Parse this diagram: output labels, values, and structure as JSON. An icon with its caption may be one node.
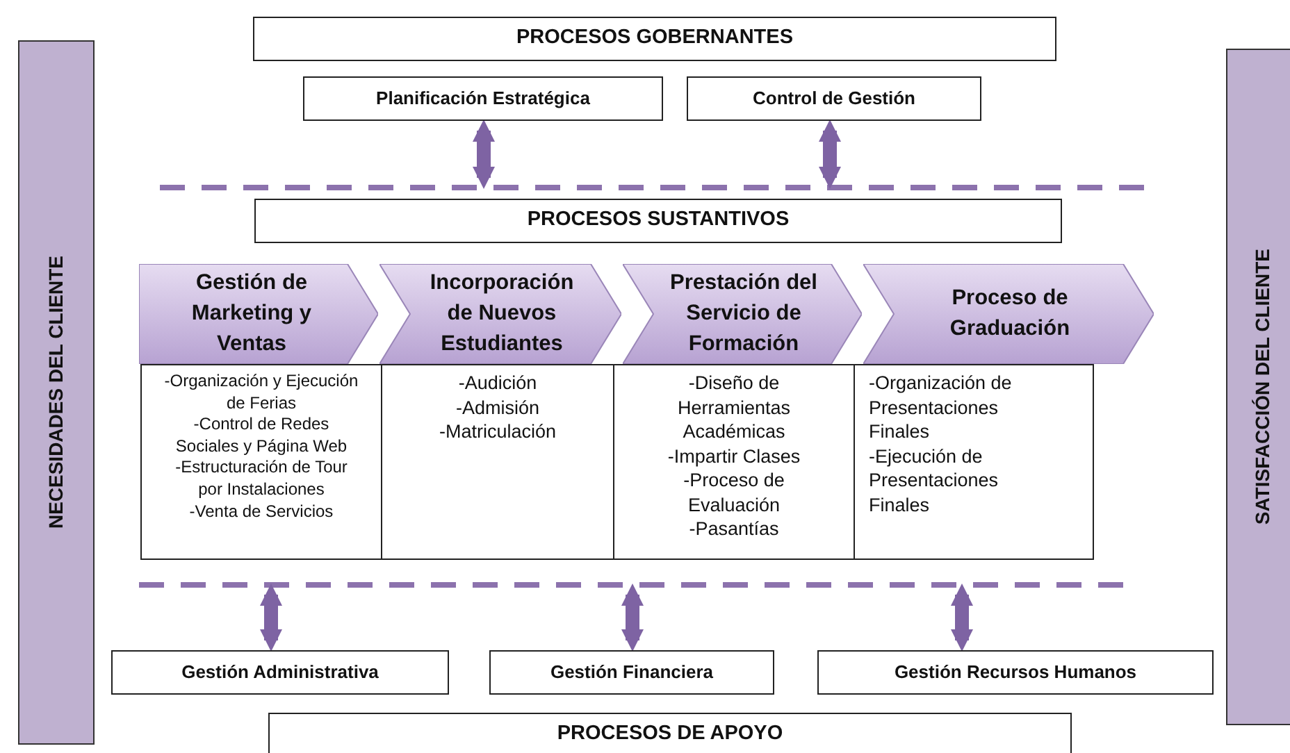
{
  "diagram": {
    "nodes": [
      {
        "text": [
          "PROCESOS GOBERNANTES"
        ]
      },
      {
        "text": [
          "Planificación Estratégica"
        ]
      },
      {
        "text": [
          "Control de Gestión"
        ]
      },
      {
        "text": [
          "PROCESOS SUSTANTIVOS"
        ]
      },
      {
        "text": [
          "Gestión de Marketing y Ventas"
        ]
      },
      {
        "text": [
          "Incorporación de Nuevos Estudiantes"
        ]
      },
      {
        "text": [
          "Prestación del Servicio de Formación"
        ]
      },
      {
        "text": [
          "Proceso de Graduación"
        ]
      },
      {
        "text": [
          "-Organización y Ejecución de Ferias",
          "-Control de Redes Sociales y Página Web",
          "-Estructuración de Tour por Instalaciones",
          "-Venta de Servicios"
        ]
      },
      {
        "text": [
          "-Audición",
          "-Admisión",
          "-Matriculación"
        ]
      },
      {
        "text": [
          "-Diseño de Herramientas Académicas",
          "-Impartir Clases",
          "-Proceso de Evaluación",
          "-Pasantías"
        ]
      },
      {
        "text": [
          "-Organización de Presentaciones Finales",
          "-Ejecución de Presentaciones Finales"
        ]
      },
      {
        "text": [
          "Gestión Administrativa"
        ]
      },
      {
        "text": [
          "Gestión Financiera"
        ]
      },
      {
        "text": [
          "Gestión Recursos Humanos"
        ]
      },
      {
        "text": [
          "PROCESOS DE APOYO"
        ]
      },
      {
        "text": [
          "NECESIDADES DEL CLIENTE"
        ]
      },
      {
        "text": [
          "SATISFACCIÓN DEL CLIENTE"
        ]
      }
    ],
    "edges": [
      {
        "from": 1,
        "to": null,
        "arrow": "both"
      },
      {
        "from": 2,
        "to": null,
        "arrow": "both"
      },
      {
        "from": null,
        "to": 12,
        "arrow": "both"
      },
      {
        "from": null,
        "to": 13,
        "arrow": "both"
      },
      {
        "from": null,
        "to": 14,
        "arrow": "both"
      }
    ]
  }
}
